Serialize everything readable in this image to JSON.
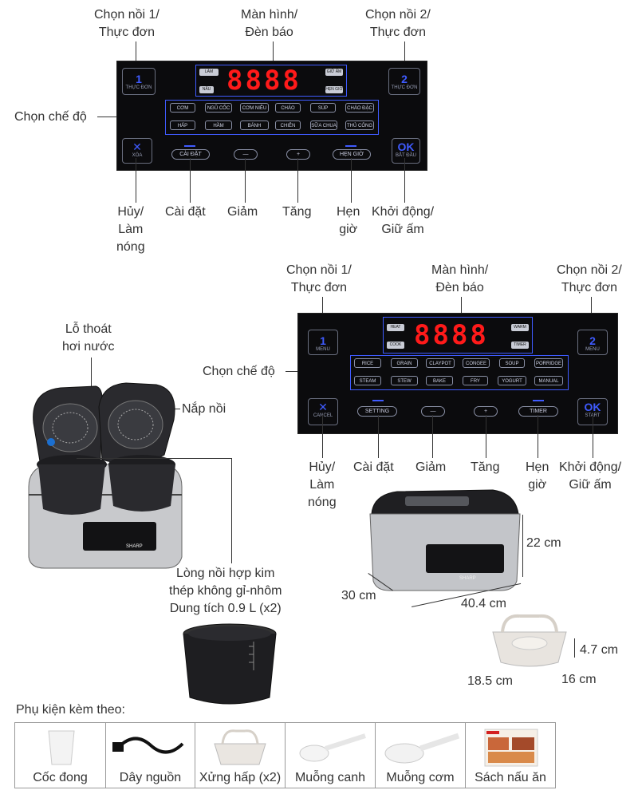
{
  "panel_vi": {
    "top_labels": {
      "pot1": [
        "Chọn nồi 1/",
        "Thực đơn"
      ],
      "display": [
        "Màn hình/",
        "Đèn báo"
      ],
      "pot2": [
        "Chọn nồi 2/",
        "Thực đơn"
      ]
    },
    "mode_label": "Chọn chế độ",
    "bottom_labels": {
      "cancel": [
        "Hủy/",
        "Làm",
        "nóng"
      ],
      "setting": "Cài đặt",
      "minus": "Giảm",
      "plus": "Tăng",
      "timer": [
        "Hẹn",
        "giờ"
      ],
      "start": [
        "Khởi động/",
        "Giữ ấm"
      ]
    },
    "screen_digits": "8888",
    "screen_tags": {
      "tl": "LÀM NÓNG",
      "bl": "NẤU",
      "tr": "GIỮ ẤM",
      "br": "HẸN GIỜ"
    },
    "btn1": {
      "num": "1",
      "text": "THỰC ĐƠN"
    },
    "btn2": {
      "num": "2",
      "text": "THỰC ĐƠN"
    },
    "modes_row1": [
      "CƠM",
      "NGŨ CỐC",
      "CƠM NIÊU",
      "CHÁO",
      "SÚP",
      "CHÁO ĐẶC"
    ],
    "modes_row2": [
      "HẤP",
      "HẦM",
      "BÁNH",
      "CHIÊN",
      "SỮA CHUA",
      "THỦ CÔNG"
    ],
    "cancel_btn": {
      "sym": "✕",
      "text": "XÓA"
    },
    "setting_btn": "CÀI ĐẶT",
    "minus_btn": "—",
    "plus_btn": "+",
    "timer_btn": "HẸN GIỜ",
    "ok_btn": {
      "sym": "OK",
      "text": "BẮT ĐẦU"
    }
  },
  "panel_en": {
    "top_labels": {
      "pot1": [
        "Chọn nồi 1/",
        "Thực đơn"
      ],
      "display": [
        "Màn hình/",
        "Đèn báo"
      ],
      "pot2": [
        "Chọn nồi 2/",
        "Thực đơn"
      ]
    },
    "mode_label": "Chọn chế độ",
    "bottom_labels": {
      "cancel": [
        "Hủy/",
        "Làm",
        "nóng"
      ],
      "setting": "Cài đặt",
      "minus": "Giảm",
      "plus": "Tăng",
      "timer": [
        "Hẹn",
        "giờ"
      ],
      "start": [
        "Khởi động/",
        "Giữ ấm"
      ]
    },
    "screen_digits": "8888",
    "screen_tags": {
      "tl": "HEAT",
      "bl": "COOK",
      "tr": "WARM",
      "br": "TIMER"
    },
    "btn1": {
      "num": "1",
      "text": "MENU"
    },
    "btn2": {
      "num": "2",
      "text": "MENU"
    },
    "modes_row1": [
      "RICE",
      "GRAIN",
      "CLAYPOT",
      "CONGEE",
      "SOUP",
      "PORRIDGE"
    ],
    "modes_row2": [
      "STEAM",
      "STEW",
      "BAKE",
      "FRY",
      "YOGURT",
      "MANUAL"
    ],
    "cancel_btn": {
      "sym": "✕",
      "text": "CANCEL"
    },
    "setting_btn": "SETTING",
    "minus_btn": "—",
    "plus_btn": "+",
    "timer_btn": "TIMER",
    "ok_btn": {
      "sym": "OK",
      "text": "START"
    }
  },
  "product": {
    "vent_label": [
      "Lỗ thoát",
      "hơi nước"
    ],
    "lid_label": "Nắp nồi",
    "inner_pot_label": [
      "Lòng nồi hợp kim",
      "thép không gỉ-nhôm",
      "Dung tích 0.9 L (x2)"
    ],
    "brand": "SHARP"
  },
  "dimensions": {
    "height": "22 cm",
    "depth": "30 cm",
    "width": "40.4 cm"
  },
  "steamer_dimensions": {
    "height": "4.7 cm",
    "length": "18.5 cm",
    "width": "16 cm"
  },
  "accessories": {
    "title": "Phụ kiện kèm theo:",
    "items": [
      "Cốc đong",
      "Dây nguồn",
      "Xửng hấp (x2)",
      "Muỗng canh",
      "Muỗng cơm",
      "Sách nấu ăn"
    ]
  }
}
